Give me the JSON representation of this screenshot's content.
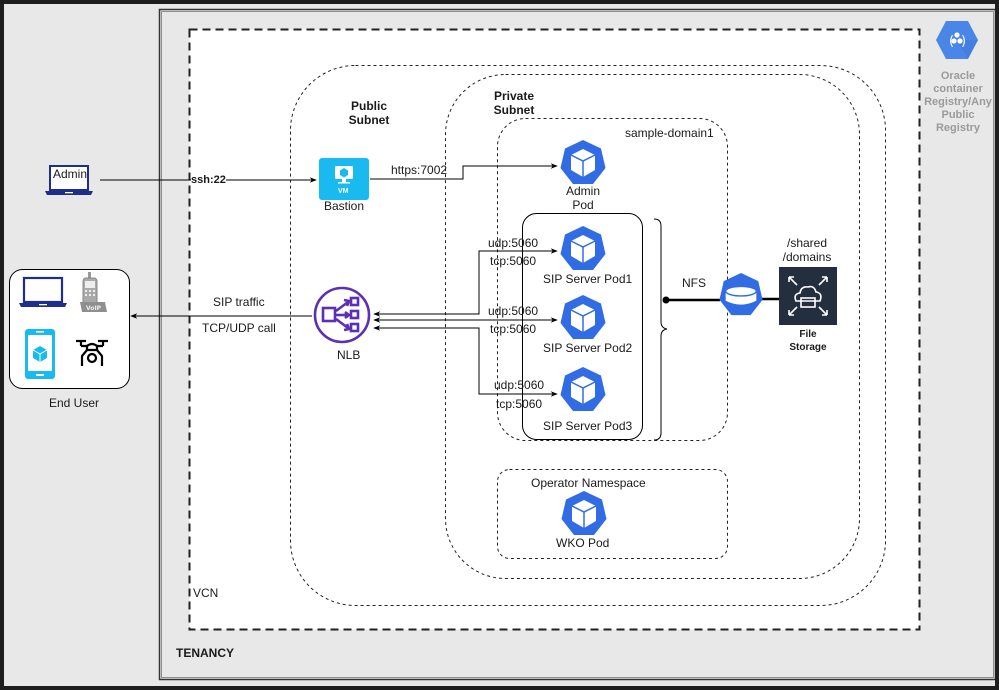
{
  "title": "SIP Server on OCI architecture",
  "containers": {
    "tenancy": "TENANCY",
    "vcn": "VCN",
    "public_subnet": "Public\nSubnet",
    "public_subnet_lines": [
      "Public",
      "Subnet"
    ],
    "private_subnet_lines": [
      "Private",
      "Subnet"
    ],
    "sample_domain": "sample-domain1",
    "operator_namespace": "Operator Namespace"
  },
  "registry": {
    "label_lines": [
      "Oracle",
      "container",
      "Registry/Any",
      "Public",
      "Registry"
    ],
    "icon": "container-registry-icon",
    "color": "#4a86e8"
  },
  "nodes": {
    "admin": {
      "label": "Admin",
      "icon": "laptop-icon"
    },
    "end_user": {
      "label": "End User",
      "icons": [
        "laptop-icon",
        "voip-phone-icon",
        "mobile-app-icon",
        "drone-icon"
      ]
    },
    "bastion": {
      "label": "Bastion",
      "badge": "VM",
      "icon": "vm-icon",
      "color": "#19baf0"
    },
    "nlb": {
      "label": "NLB",
      "icon": "network-load-balancer-icon",
      "color": "#5a30b5"
    },
    "admin_pod": {
      "label_lines": [
        "Admin",
        "Pod"
      ],
      "icon": "kubernetes-pod-icon"
    },
    "sip_pods": [
      {
        "label": "SIP Server Pod1"
      },
      {
        "label": "SIP Server Pod2"
      },
      {
        "label": "SIP Server Pod3"
      }
    ],
    "wko_pod": {
      "label": "WKO Pod"
    },
    "nfs_volume": {
      "icon": "persistent-volume-icon"
    },
    "file_storage": {
      "label_lines": [
        "File",
        "Storage"
      ],
      "path_lines": [
        "/shared",
        "/domains"
      ],
      "icon": "file-storage-icon",
      "color": "#232f3e"
    }
  },
  "edges": {
    "ssh": "ssh:22",
    "https": "https:7002",
    "sip_traffic": "SIP traffic",
    "tcp_udp_call": "TCP/UDP call",
    "nfs": "NFS",
    "pod_ports": [
      {
        "udp": "udp:5060",
        "tcp": "tcp:5060"
      },
      {
        "udp": "udp:5060",
        "tcp": "tcp:5060"
      },
      {
        "udp": "udp:5060",
        "tcp": "tcp:5060"
      }
    ]
  },
  "colors": {
    "k8s_blue": "#326ce5",
    "background": "#e8e8e8"
  }
}
